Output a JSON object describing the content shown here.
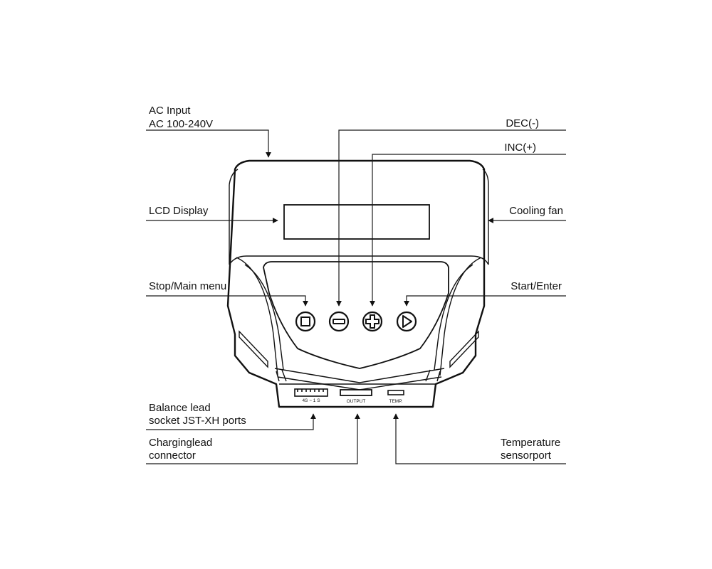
{
  "labels": {
    "ac_input_line1": "AC Input",
    "ac_input_line2": "AC 100-240V",
    "dec": "DEC(-)",
    "inc": "INC(+)",
    "lcd_display": "LCD Display",
    "cooling_fan": "Cooling fan",
    "stop_main_menu": "Stop/Main menu",
    "start_enter": "Start/Enter",
    "balance_lead_line1": "Balance lead",
    "balance_lead_line2": "socket JST-XH ports",
    "charging_lead_line1": "Charginglead",
    "charging_lead_line2": "connector",
    "temperature_line1": "Temperature",
    "temperature_line2": "sensorport"
  },
  "port_labels": {
    "balance": "4S ~ 1 S",
    "output": "OUTPUT",
    "temp": "TEMP."
  },
  "buttons": [
    {
      "name": "stop-main-menu-button",
      "icon": "square-icon"
    },
    {
      "name": "dec-button",
      "icon": "minus-icon"
    },
    {
      "name": "inc-button",
      "icon": "plus-icon"
    },
    {
      "name": "start-enter-button",
      "icon": "play-icon"
    }
  ],
  "colors": {
    "line": "#111111",
    "background": "#ffffff"
  }
}
